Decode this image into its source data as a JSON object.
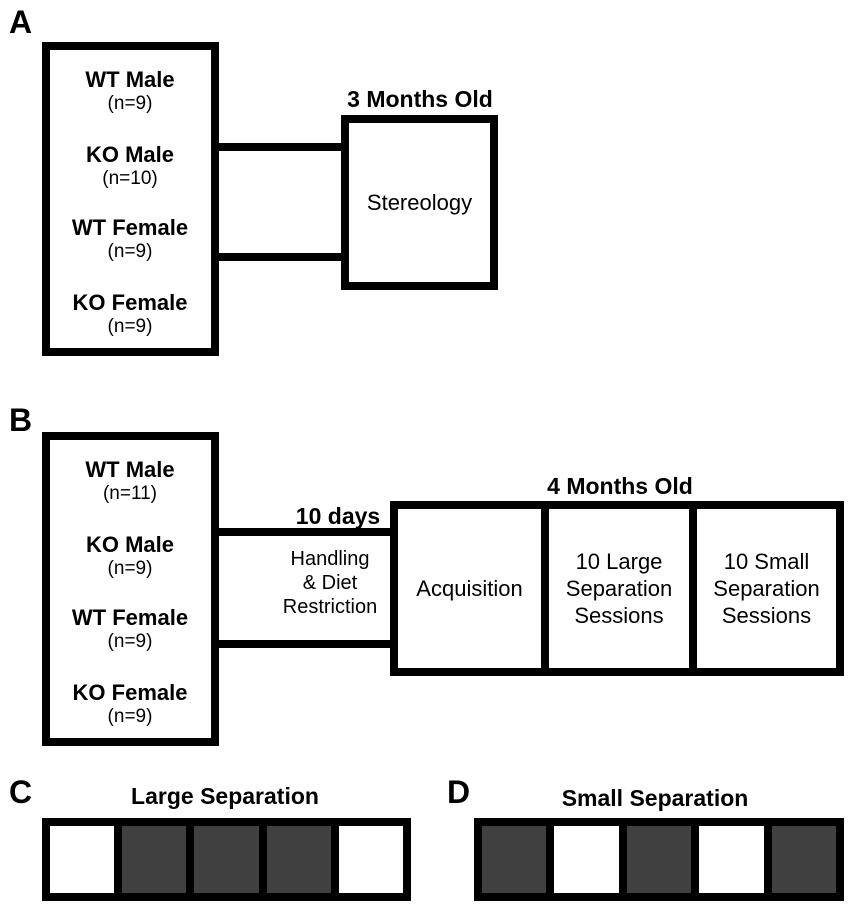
{
  "panels": {
    "A": {
      "letter": "A",
      "groups": [
        {
          "name": "WT Male",
          "n": "(n=9)"
        },
        {
          "name": "KO Male",
          "n": "(n=10)"
        },
        {
          "name": "WT Female",
          "n": "(n=9)"
        },
        {
          "name": "KO Female",
          "n": "(n=9)"
        }
      ],
      "age_label": "3 Months Old",
      "procedure": "Stereology"
    },
    "B": {
      "letter": "B",
      "groups": [
        {
          "name": "WT Male",
          "n": "(n=11)"
        },
        {
          "name": "KO Male",
          "n": "(n=9)"
        },
        {
          "name": "WT Female",
          "n": "(n=9)"
        },
        {
          "name": "KO Female",
          "n": "(n=9)"
        }
      ],
      "duration_label": "10 days",
      "pre_phase": "Handling & Diet Restriction",
      "pre_phase_lines": [
        "Handling",
        "& Diet",
        "Restriction"
      ],
      "age_label": "4 Months Old",
      "stages": [
        {
          "lines": [
            "Acquisition"
          ]
        },
        {
          "lines": [
            "10 Large",
            "Separation",
            "Sessions"
          ]
        },
        {
          "lines": [
            "10 Small",
            "Separation",
            "Sessions"
          ]
        }
      ]
    },
    "C": {
      "letter": "C",
      "title": "Large Separation",
      "cells": [
        "white",
        "dark",
        "dark",
        "dark",
        "white"
      ]
    },
    "D": {
      "letter": "D",
      "title": "Small Separation",
      "cells": [
        "dark",
        "white",
        "dark",
        "white",
        "dark"
      ]
    }
  },
  "colors": {
    "dark": "#404040",
    "white": "#ffffff",
    "stroke": "#000000"
  }
}
